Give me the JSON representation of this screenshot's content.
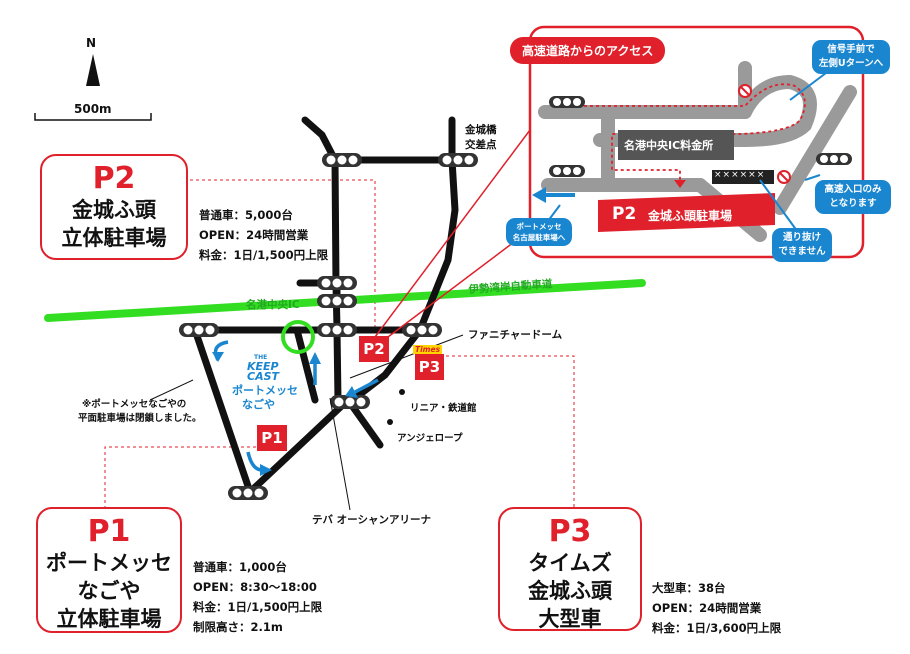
{
  "compass": {
    "north": "N"
  },
  "scale": {
    "label": "500m"
  },
  "p2": {
    "number": "P2",
    "name_line1": "金城ふ頭",
    "name_line2": "立体駐車場",
    "info": [
      "普通車：5,000台",
      "OPEN：24時間営業",
      "料金：1日/1,500円上限"
    ]
  },
  "p1": {
    "number": "P1",
    "name_line1": "ポートメッセ",
    "name_line2": "なごや",
    "name_line3": "立体駐車場",
    "info": [
      "普通車：1,000台",
      "OPEN：8:30〜18:00",
      "料金：1日/1,500円上限",
      "制限高さ：2.1m"
    ]
  },
  "p3": {
    "number": "P3",
    "name_line1": "タイムズ",
    "name_line2": "金城ふ頭",
    "name_line3": "大型車",
    "info": [
      "大型車：38台",
      "OPEN：24時間営業",
      "料金：1日/3,600円上限"
    ]
  },
  "map_labels": {
    "kinjo_bridge_1": "金城橋",
    "kinjo_bridge_2": "交差点",
    "ic": "名港中央IC",
    "expressway": "伊勢湾岸自動車道",
    "fanichar": "ファニチャードーム",
    "linear": "リニア・鉄道館",
    "angel": "アンジェロープ",
    "arena": "テバ オーシャンアリーナ",
    "portmesse_1": "ポートメッセ",
    "portmesse_2": "なごや",
    "keepcast_small": "THE",
    "keepcast_1": "KEEP",
    "keepcast_2": "CAST",
    "note_1": "※ポートメッセなごやの",
    "note_2": "平面駐車場は閉鎖しました。",
    "times_logo": "Times"
  },
  "markers": {
    "p1": "P1",
    "p2": "P2",
    "p3": "P3"
  },
  "inset": {
    "title": "高速道路からのアクセス",
    "tollgate": "名港中央IC料金所",
    "gate_marks": "××××××",
    "p2_badge": "P2",
    "p2_name": "金城ふ頭駐車場",
    "bubble_uturn_1": "信号手前で",
    "bubble_uturn_2": "左側Uターンへ",
    "bubble_entry_1": "高速入口のみ",
    "bubble_entry_2": "となります",
    "bubble_nothrough_1": "通り抜け",
    "bubble_nothrough_2": "できません",
    "bubble_portmesse_1": "ポートメッセ",
    "bubble_portmesse_2": "名古屋駐車場へ"
  },
  "colors": {
    "red": "#e0202a",
    "blue": "#1a86d0",
    "green": "#33dd22",
    "road": "#111111",
    "gray_road": "#9a9a9a"
  }
}
